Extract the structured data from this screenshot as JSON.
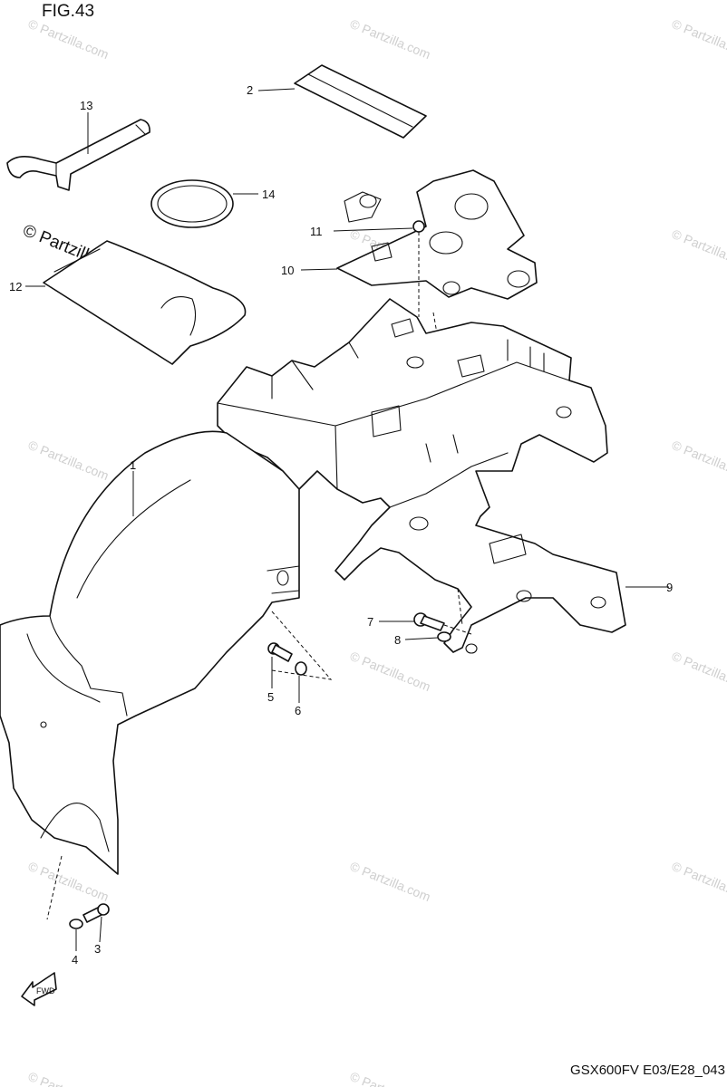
{
  "figure": {
    "title": "FIG.43",
    "code": "GSX600FV E03/E28_043"
  },
  "watermark": {
    "primary": "© Partzilla.com",
    "repeat": "© Partzilla.com"
  },
  "callouts": {
    "c1": "1",
    "c2": "2",
    "c3": "3",
    "c4": "4",
    "c5": "5",
    "c6": "6",
    "c7": "7",
    "c8": "8",
    "c9": "9",
    "c10": "10",
    "c11": "11",
    "c12": "12",
    "c13": "13",
    "c14": "14"
  },
  "fwd_arrow": "FWD"
}
